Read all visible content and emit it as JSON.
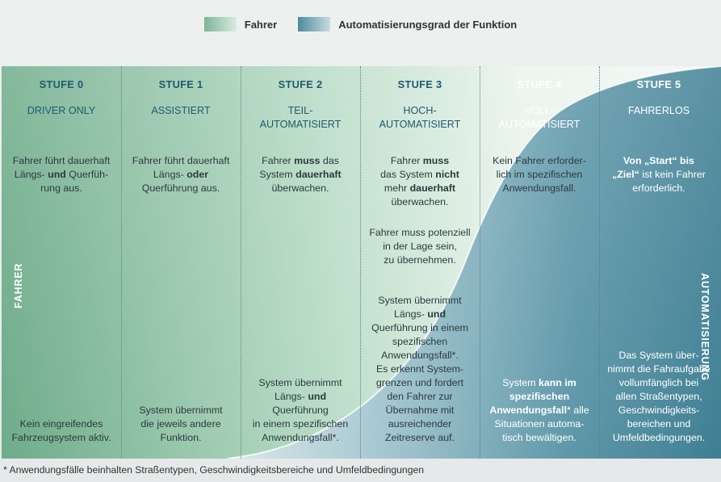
{
  "legend": {
    "driver_label": "Fahrer",
    "automation_label": "Automatisierungsgrad der Funktion"
  },
  "side_labels": {
    "left": "FAHRER",
    "right": "AUTOMATISIERUNG"
  },
  "colors": {
    "driver_green": "#6eac8a",
    "automation_blue": "#3f7f93",
    "heading_blue": "#1f5a70"
  },
  "levels": [
    {
      "level": "STUFE 0",
      "mode": "DRIVER ONLY",
      "top": [
        "Fahrer führt dauerhaft",
        "Längs- und Querfüh-",
        "rung aus."
      ],
      "bottom": [
        "Kein eingreifendes",
        "Fahrzeugsystem aktiv."
      ]
    },
    {
      "level": "STUFE 1",
      "mode": "ASSISTIERT",
      "top": [
        "Fahrer führt dauerhaft",
        "Längs- oder",
        "Querführung aus."
      ],
      "bottom": [
        "System übernimmt",
        "die jeweils andere",
        "Funktion."
      ]
    },
    {
      "level": "STUFE 2",
      "mode": "TEIL- AUTOMATISIERT",
      "top": [
        "Fahrer muss das",
        "System dauerhaft",
        "überwachen."
      ],
      "bottom": [
        "System übernimmt",
        "Längs- und",
        "Querführung",
        "in einem spezifischen",
        "Anwendungsfall*."
      ]
    },
    {
      "level": "STUFE 3",
      "mode": "HOCH- AUTOMATISIERT",
      "top": [
        "Fahrer muss",
        "das System nicht",
        "mehr dauerhaft",
        "überwachen."
      ],
      "middle": [
        "Fahrer muss potenziell",
        "in der Lage sein,",
        "zu übernehmen."
      ],
      "bottom": [
        "System übernimmt",
        "Längs- und",
        "Querführung in einem",
        "spezifischen",
        "Anwendungsfall*.",
        "Es erkennt System-",
        "grenzen und fordert",
        "den Fahrer zur",
        "Übernahme mit",
        "ausreichender",
        "Zeitreserve auf."
      ]
    },
    {
      "level": "STUFE 4",
      "mode": "VOLL- AUTOMATISIERT",
      "top": [
        "Kein Fahrer erforder-",
        "lich im spezifischen",
        "Anwendungsfall."
      ],
      "bottom": [
        "System kann im",
        "spezifischen",
        "Anwendungsfall* alle",
        "Situationen automa-",
        "tisch bewältigen."
      ]
    },
    {
      "level": "STUFE 5",
      "mode": "FAHRERLOS",
      "top": [
        "Von „Start“ bis",
        "„Ziel“ ist kein Fahrer",
        "erforderlich."
      ],
      "bottom": [
        "Das System über-",
        "nimmt die Fahraufgabe",
        "vollumfänglich bei",
        "allen Straßentypen,",
        "Geschwindigkeits-",
        "bereichen und",
        "Umfeldbedingungen."
      ]
    }
  ],
  "footnote": "* Anwendungsfälle beinhalten Straßentypen, Geschwindigkeitsbereiche und Umfeldbedingungen"
}
